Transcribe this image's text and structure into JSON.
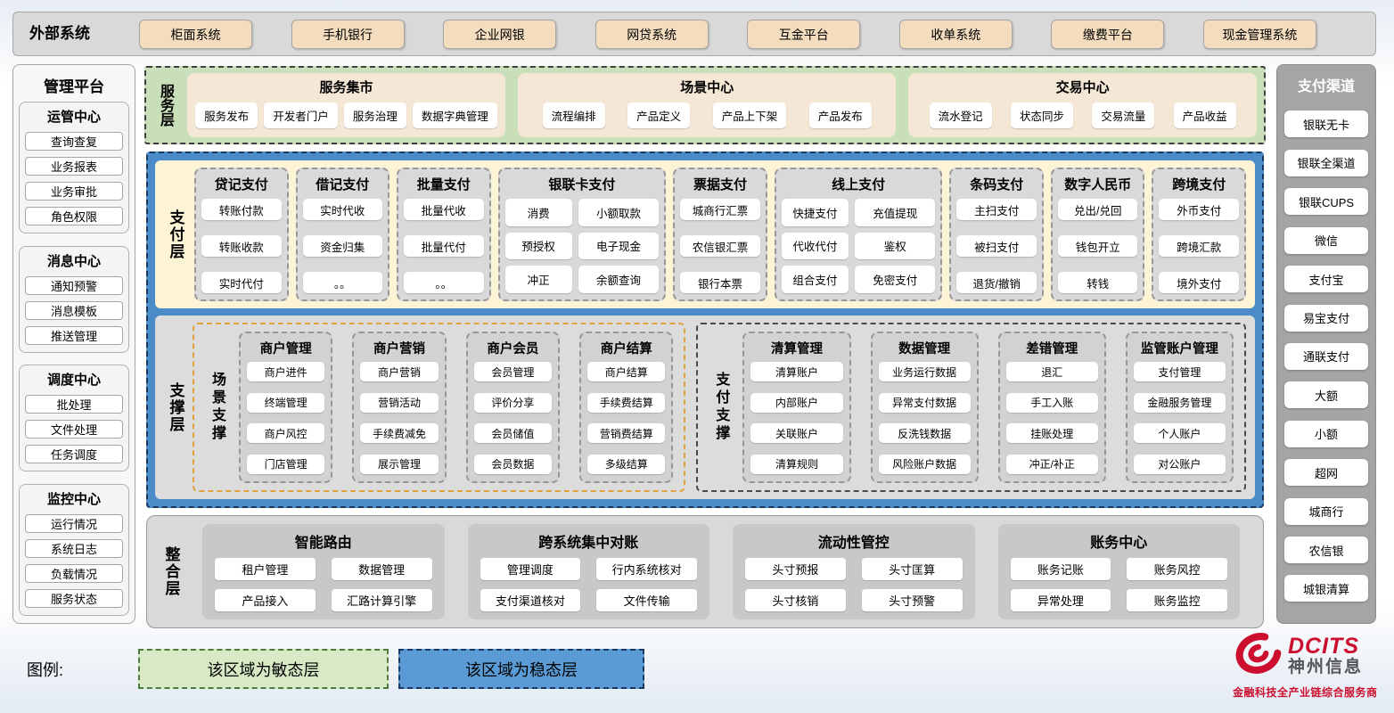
{
  "external_systems": {
    "label": "外部系统",
    "items": [
      "柜面系统",
      "手机银行",
      "企业网银",
      "网贷系统",
      "互金平台",
      "收单系统",
      "缴费平台",
      "现金管理系统"
    ]
  },
  "management_platform": {
    "title": "管理平台",
    "groups": [
      {
        "title": "运管中心",
        "items": [
          "查询查复",
          "业务报表",
          "业务审批",
          "角色权限"
        ]
      },
      {
        "title": "消息中心",
        "items": [
          "通知预警",
          "消息模板",
          "推送管理"
        ]
      },
      {
        "title": "调度中心",
        "items": [
          "批处理",
          "文件处理",
          "任务调度"
        ]
      },
      {
        "title": "监控中心",
        "items": [
          "运行情况",
          "系统日志",
          "负载情况",
          "服务状态"
        ]
      }
    ]
  },
  "payment_channels": {
    "title": "支付渠道",
    "items": [
      "银联无卡",
      "银联全渠道",
      "银联CUPS",
      "微信",
      "支付宝",
      "易宝支付",
      "通联支付",
      "大额",
      "小额",
      "超网",
      "城商行",
      "农信银",
      "城银清算"
    ]
  },
  "service_layer": {
    "label": "服务层",
    "groups": [
      {
        "title": "服务集市",
        "items": [
          "服务发布",
          "开发者门户",
          "服务治理",
          "数据字典管理"
        ]
      },
      {
        "title": "场景中心",
        "items": [
          "流程编排",
          "产品定义",
          "产品上下架",
          "产品发布"
        ]
      },
      {
        "title": "交易中心",
        "items": [
          "流水登记",
          "状态同步",
          "交易流量",
          "产品收益"
        ]
      }
    ]
  },
  "payment_layer": {
    "label": "支付层",
    "groups": [
      {
        "title": "贷记支付",
        "cols": 1,
        "items": [
          "转账付款",
          "转账收款",
          "实时代付"
        ]
      },
      {
        "title": "借记支付",
        "cols": 1,
        "items": [
          "实时代收",
          "资金归集",
          "。。"
        ]
      },
      {
        "title": "批量支付",
        "cols": 1,
        "items": [
          "批量代收",
          "批量代付",
          "。。"
        ]
      },
      {
        "title": "银联卡支付",
        "cols": 2,
        "items": [
          "消费",
          "小额取款",
          "预授权",
          "电子现金",
          "冲正",
          "余额查询"
        ]
      },
      {
        "title": "票据支付",
        "cols": 1,
        "items": [
          "城商行汇票",
          "农信银汇票",
          "银行本票"
        ]
      },
      {
        "title": "线上支付",
        "cols": 2,
        "items": [
          "快捷支付",
          "充值提现",
          "代收代付",
          "鉴权",
          "组合支付",
          "免密支付"
        ]
      },
      {
        "title": "条码支付",
        "cols": 1,
        "items": [
          "主扫支付",
          "被扫支付",
          "退货/撤销"
        ]
      },
      {
        "title": "数字人民币",
        "cols": 1,
        "items": [
          "兑出/兑回",
          "钱包开立",
          "转钱"
        ]
      },
      {
        "title": "跨境支付",
        "cols": 1,
        "items": [
          "外币支付",
          "跨境汇款",
          "境外支付"
        ]
      }
    ]
  },
  "support_layer": {
    "label": "支撑层",
    "sections": [
      {
        "label": "场景支撑",
        "style": "orange",
        "groups": [
          {
            "title": "商户管理",
            "items": [
              "商户进件",
              "终端管理",
              "商户风控",
              "门店管理"
            ]
          },
          {
            "title": "商户营销",
            "items": [
              "商户营销",
              "营销活动",
              "手续费减免",
              "展示管理"
            ]
          },
          {
            "title": "商户会员",
            "items": [
              "会员管理",
              "评价分享",
              "会员储值",
              "会员数据"
            ]
          },
          {
            "title": "商户结算",
            "items": [
              "商户结算",
              "手续费结算",
              "营销费结算",
              "多级结算"
            ]
          }
        ]
      },
      {
        "label": "支付支撑",
        "style": "dark",
        "groups": [
          {
            "title": "清算管理",
            "items": [
              "清算账户",
              "内部账户",
              "关联账户",
              "清算规则"
            ]
          },
          {
            "title": "数据管理",
            "items": [
              "业务运行数据",
              "异常支付数据",
              "反洗钱数据",
              "风险账户数据"
            ]
          },
          {
            "title": "差错管理",
            "items": [
              "退汇",
              "手工入账",
              "挂账处理",
              "冲正/补正"
            ]
          },
          {
            "title": "监管账户管理",
            "items": [
              "支付管理",
              "金融服务管理",
              "个人账户",
              "对公账户"
            ]
          }
        ]
      }
    ]
  },
  "integration_layer": {
    "label": "整合层",
    "groups": [
      {
        "title": "智能路由",
        "items": [
          "租户管理",
          "数据管理",
          "产品接入",
          "汇路计算引擎"
        ]
      },
      {
        "title": "跨系统集中对账",
        "items": [
          "管理调度",
          "行内系统核对",
          "支付渠道核对",
          "文件传输"
        ]
      },
      {
        "title": "流动性管控",
        "items": [
          "头寸预报",
          "头寸匡算",
          "头寸核销",
          "头寸预警"
        ]
      },
      {
        "title": "账务中心",
        "items": [
          "账务记账",
          "账务风控",
          "异常处理",
          "账务监控"
        ]
      }
    ]
  },
  "legend": {
    "label": "图例:",
    "agile": "该区域为敏态层",
    "stable": "该区域为稳态层"
  },
  "logo": {
    "brand": "DCITS",
    "company": "神州信息",
    "tagline": "金融科技全产业链综合服务商"
  },
  "colors": {
    "agile_green": "#c9dfba",
    "stable_blue": "#4b8bc8",
    "payment_yellow": "#fdf3d5",
    "panel_gray": "#d9d9d9",
    "external_tan": "#f4ddbe",
    "brand_red": "#cc0f2f"
  }
}
